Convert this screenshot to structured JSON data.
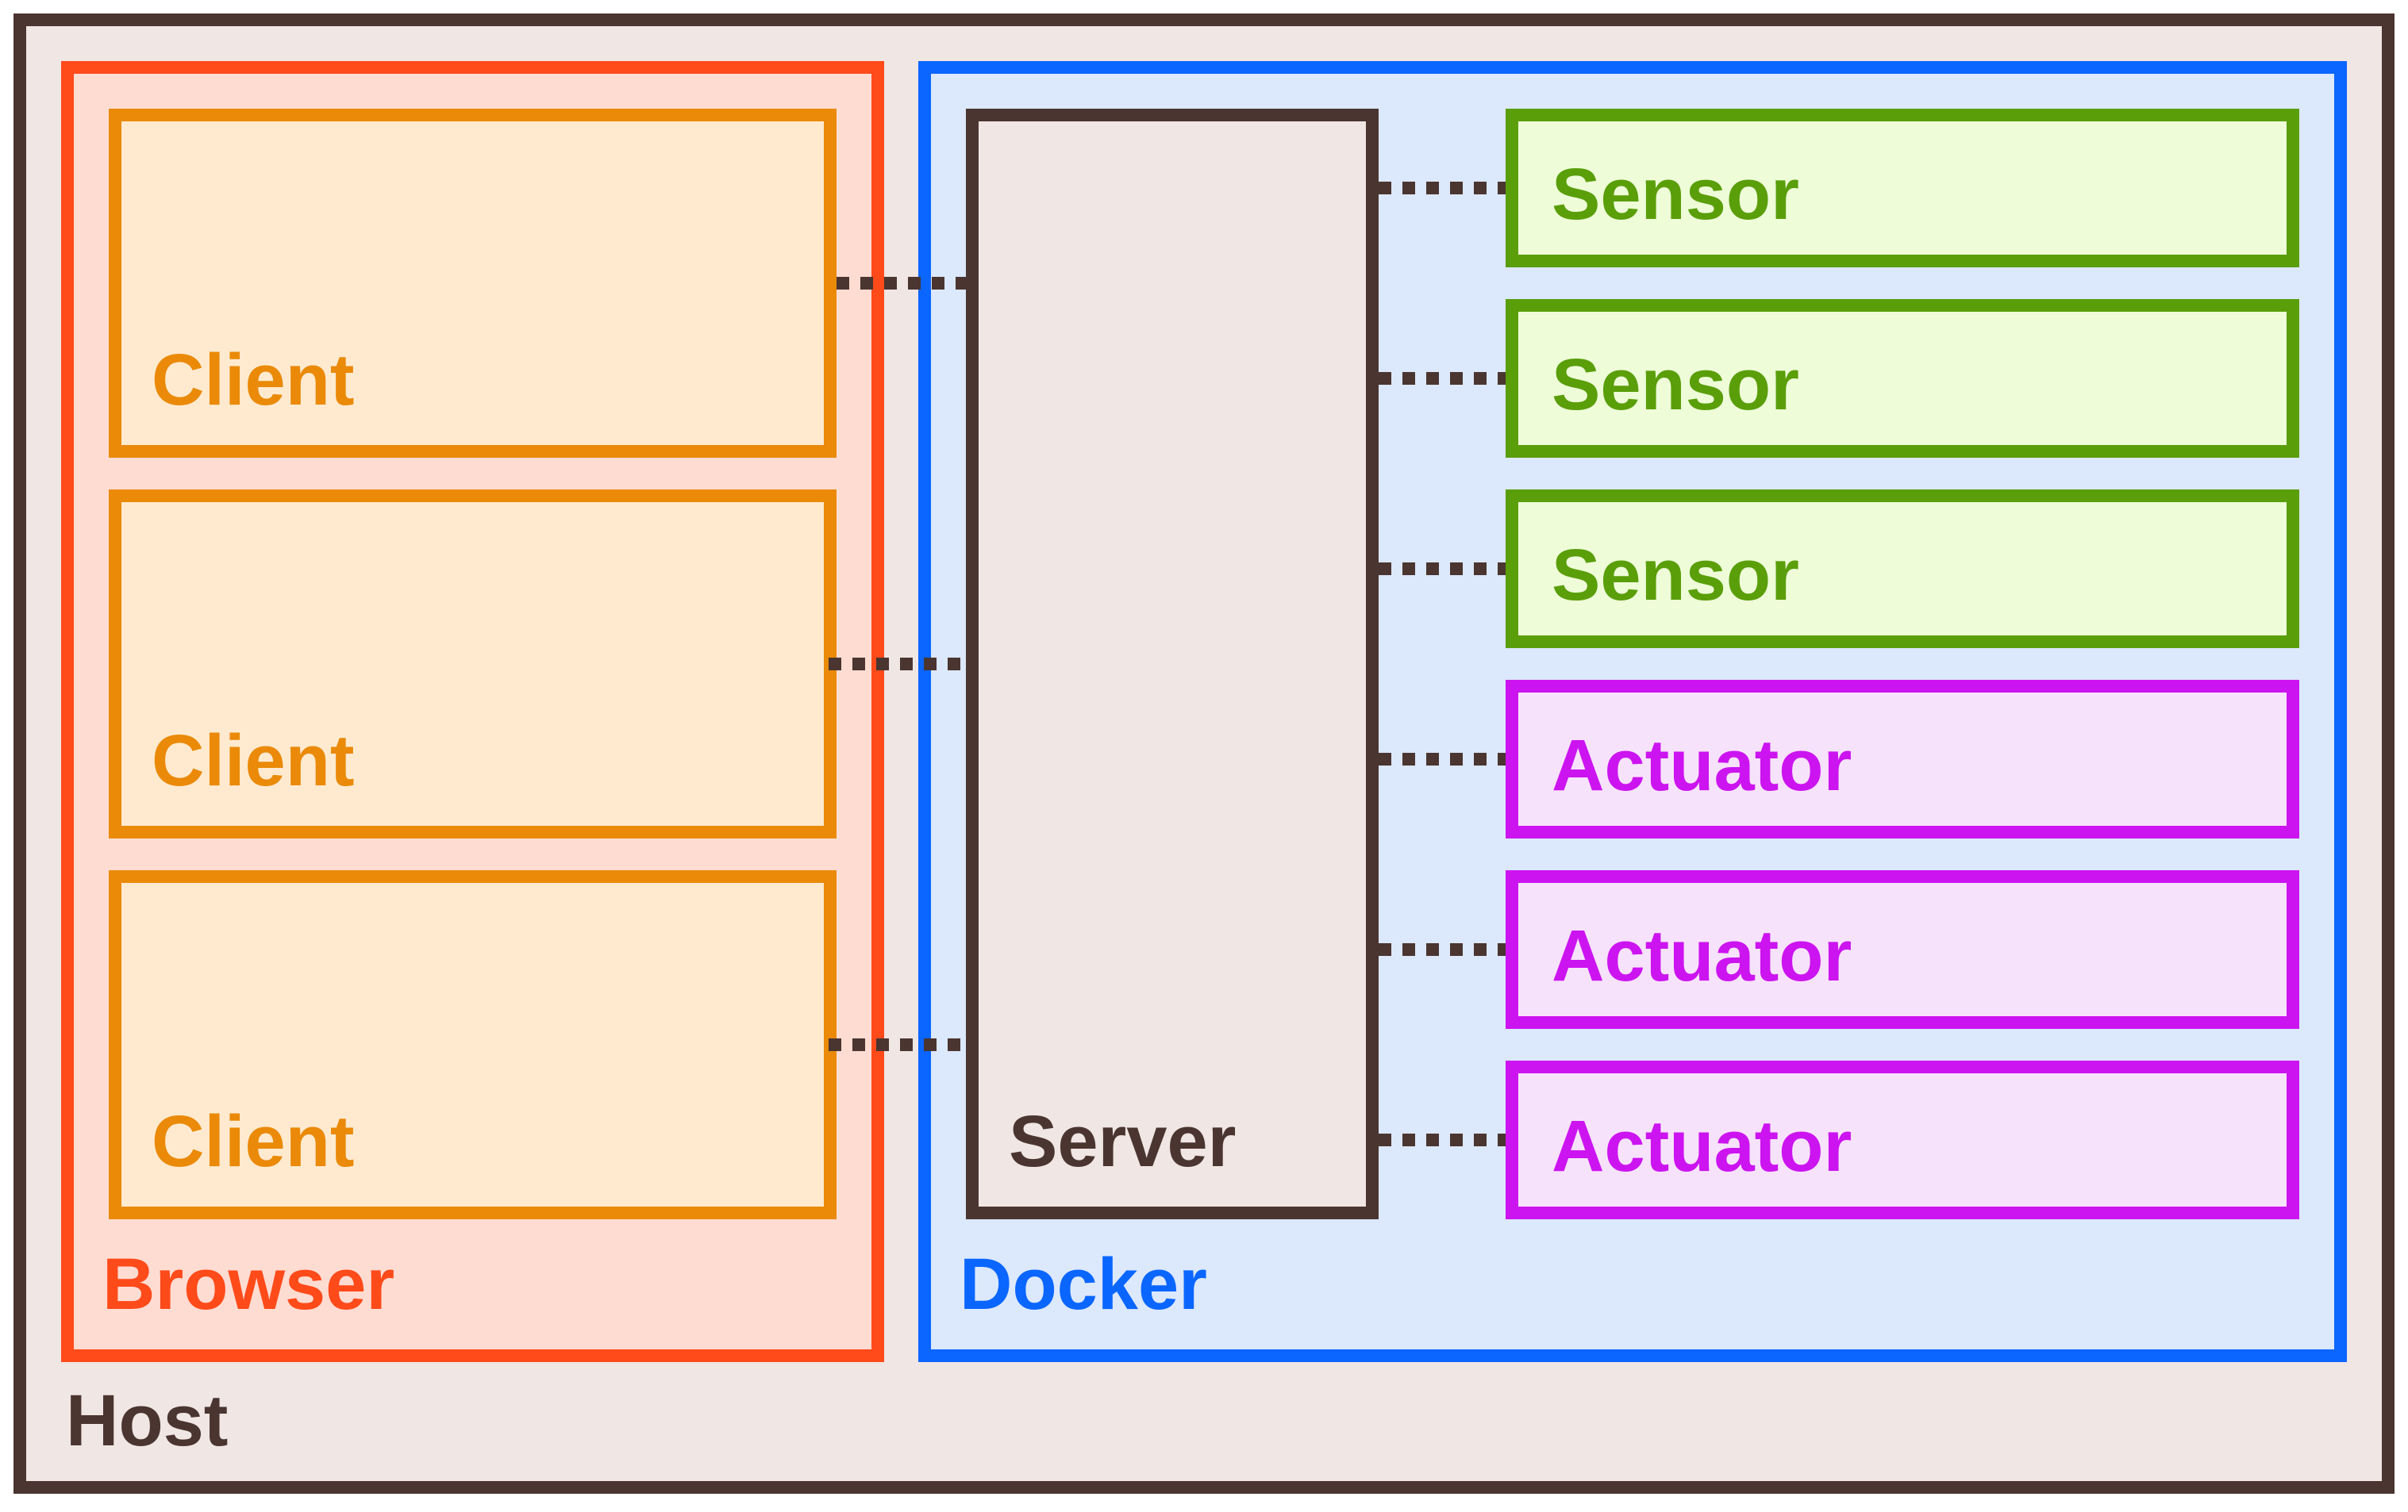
{
  "host": {
    "label": "Host"
  },
  "browser": {
    "label": "Browser",
    "clients": [
      {
        "label": "Client"
      },
      {
        "label": "Client"
      },
      {
        "label": "Client"
      }
    ]
  },
  "docker": {
    "label": "Docker",
    "server": {
      "label": "Server"
    },
    "sensors": [
      {
        "label": "Sensor"
      },
      {
        "label": "Sensor"
      },
      {
        "label": "Sensor"
      }
    ],
    "actuators": [
      {
        "label": "Actuator"
      },
      {
        "label": "Actuator"
      },
      {
        "label": "Actuator"
      }
    ]
  },
  "colors": {
    "host": "#4a3530",
    "browser": "#ff4a1a",
    "docker": "#0a66ff",
    "client": "#ea8a08",
    "sensor": "#5a9e0a",
    "actuator": "#cc14f0",
    "connector": "#4a3530"
  }
}
